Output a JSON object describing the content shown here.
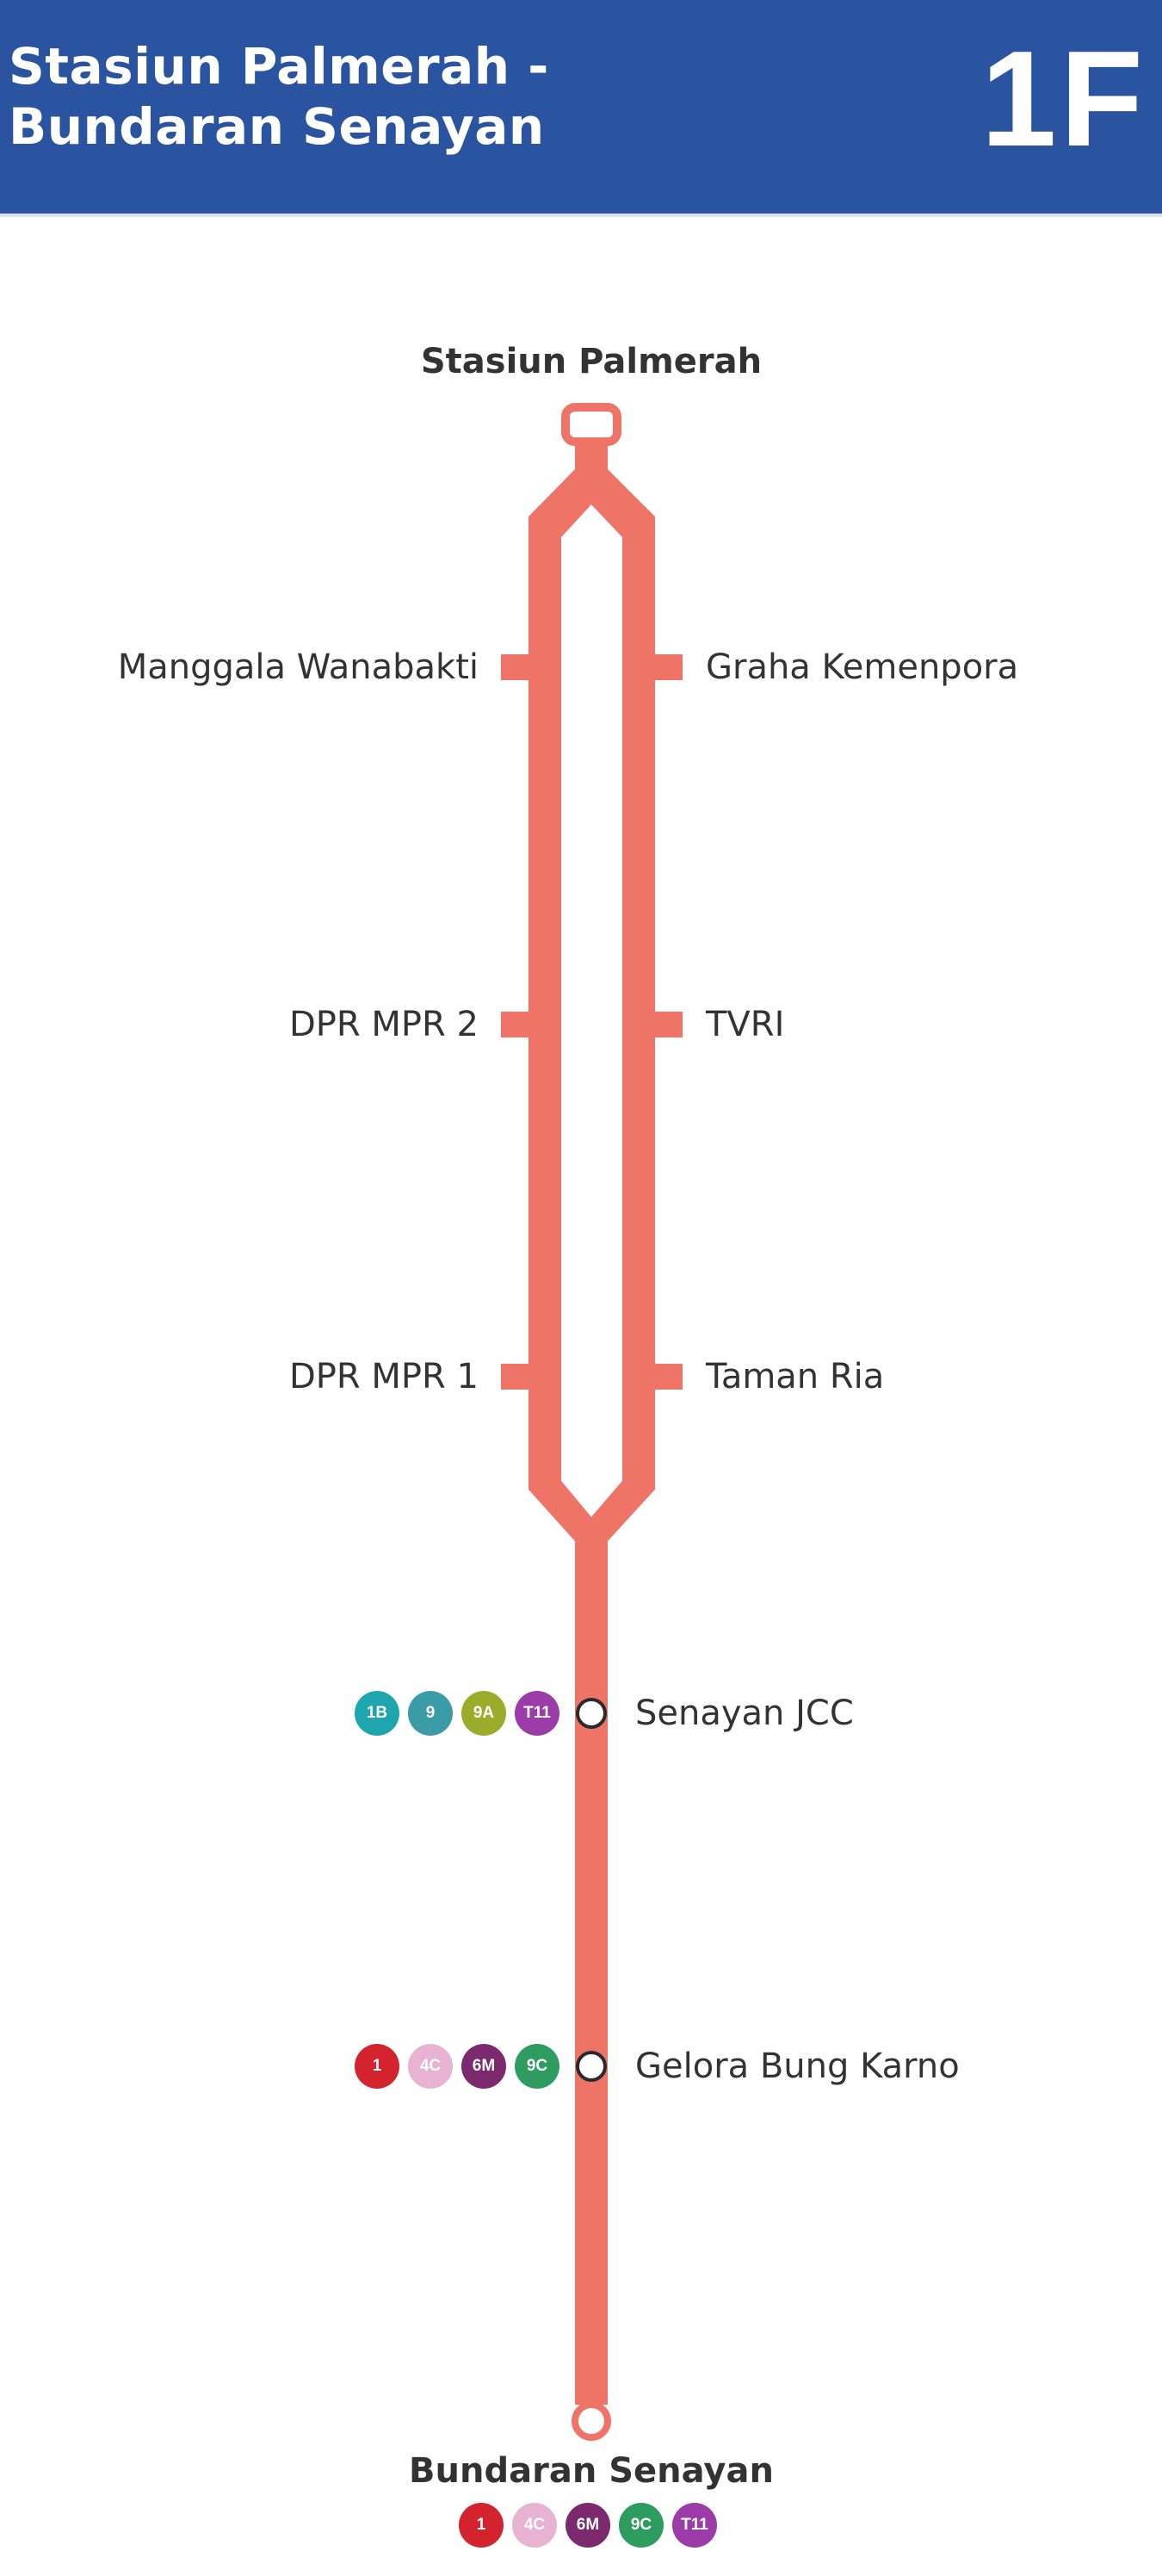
{
  "header": {
    "title": "Stasiun Palmerah -\nBundaran Senayan",
    "route_code": "1F",
    "background_color": "#2b54a0"
  },
  "line_color": "#ee7468",
  "stations": {
    "start": {
      "name": "Stasiun Palmerah"
    },
    "loop_pairs": [
      {
        "left": "Manggala Wanabakti",
        "right": "Graha Kemenpora"
      },
      {
        "left": "DPR MPR 2",
        "right": "TVRI"
      },
      {
        "left": "DPR MPR 1",
        "right": "Taman Ria"
      }
    ],
    "trunk": [
      {
        "name": "Senayan JCC",
        "transfers": [
          {
            "code": "1B",
            "color": "#1fa5ad"
          },
          {
            "code": "9",
            "color": "#3a9ca6"
          },
          {
            "code": "9A",
            "color": "#9aad2b"
          },
          {
            "code": "T11",
            "color": "#9b3ca8"
          }
        ]
      },
      {
        "name": "Gelora Bung Karno",
        "transfers": [
          {
            "code": "1",
            "color": "#d2232e"
          },
          {
            "code": "4C",
            "color": "#e8b3d3"
          },
          {
            "code": "6M",
            "color": "#7b2a6e"
          },
          {
            "code": "9C",
            "color": "#2e9b5f"
          }
        ]
      }
    ],
    "end": {
      "name": "Bundaran Senayan",
      "transfers": [
        {
          "code": "1",
          "color": "#d2232e"
        },
        {
          "code": "4C",
          "color": "#e8b3d3"
        },
        {
          "code": "6M",
          "color": "#7b2a6e"
        },
        {
          "code": "9C",
          "color": "#2e9b5f"
        },
        {
          "code": "T11",
          "color": "#9b3ca8"
        }
      ]
    }
  }
}
